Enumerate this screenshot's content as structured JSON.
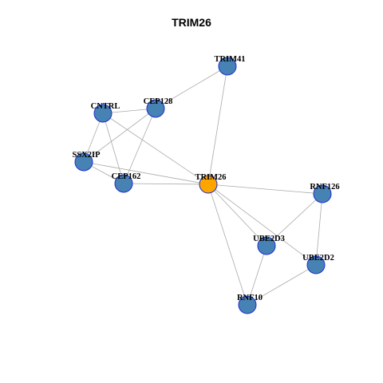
{
  "title": "TRIM26",
  "colors": {
    "hub": "#FFA500",
    "node": "#4682B4",
    "node_border": "#1F2FD0",
    "edge": "#AAAAAA"
  },
  "nodes": [
    {
      "id": "TRIM26",
      "label": "TRIM26",
      "hub": true
    },
    {
      "id": "TRIM41",
      "label": "TRIM41"
    },
    {
      "id": "CEP128",
      "label": "CEP128"
    },
    {
      "id": "CNTRL",
      "label": "CNTRL"
    },
    {
      "id": "SSX2IP",
      "label": "SSX2IP"
    },
    {
      "id": "CEP162",
      "label": "CEP162"
    },
    {
      "id": "RNF126",
      "label": "RNF126"
    },
    {
      "id": "UBE2D3",
      "label": "UBE2D3"
    },
    {
      "id": "UBE2D2",
      "label": "UBE2D2"
    },
    {
      "id": "RNF10",
      "label": "RNF10"
    }
  ],
  "edges": [
    [
      "TRIM26",
      "TRIM41"
    ],
    [
      "TRIM26",
      "CNTRL"
    ],
    [
      "TRIM26",
      "SSX2IP"
    ],
    [
      "TRIM26",
      "CEP162"
    ],
    [
      "TRIM26",
      "RNF126"
    ],
    [
      "TRIM26",
      "UBE2D3"
    ],
    [
      "TRIM26",
      "UBE2D2"
    ],
    [
      "TRIM26",
      "RNF10"
    ],
    [
      "TRIM41",
      "CEP128"
    ],
    [
      "CEP128",
      "CNTRL"
    ],
    [
      "CEP128",
      "SSX2IP"
    ],
    [
      "CEP128",
      "CEP162"
    ],
    [
      "CNTRL",
      "SSX2IP"
    ],
    [
      "CNTRL",
      "CEP162"
    ],
    [
      "SSX2IP",
      "CEP162"
    ],
    [
      "RNF126",
      "UBE2D3"
    ],
    [
      "RNF126",
      "UBE2D2"
    ],
    [
      "UBE2D3",
      "RNF10"
    ],
    [
      "UBE2D2",
      "RNF10"
    ]
  ]
}
